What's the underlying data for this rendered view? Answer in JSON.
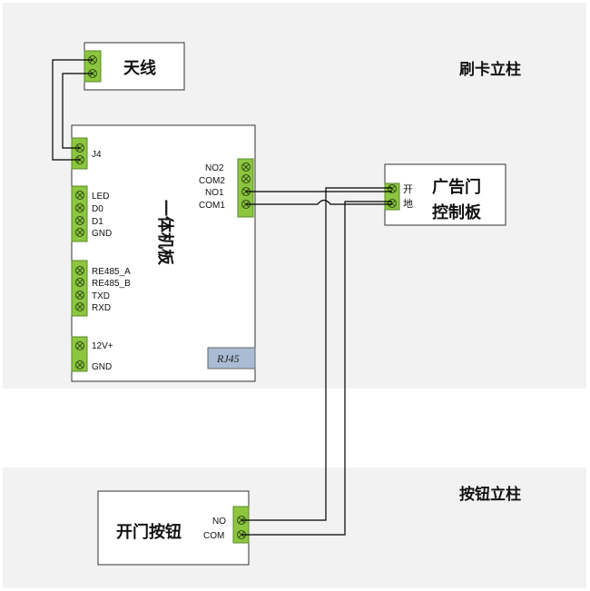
{
  "zones": {
    "card_pillar": "刷卡立柱",
    "button_pillar": "按钮立柱"
  },
  "antenna": {
    "label": "天线"
  },
  "main_board": {
    "title": "一体机板",
    "j4_label": "J4",
    "left_terminal_labels": [
      "LED",
      "D0",
      "D1",
      "GND",
      "RE485_A",
      "RE485_B",
      "TXD",
      "RXD",
      "12V+",
      "GND"
    ],
    "relay_labels": [
      "NO2",
      "COM2",
      "NO1",
      "COM1"
    ],
    "rj45_label": "RJ45"
  },
  "ad_board": {
    "title_line1": "广告门",
    "title_line2": "控制板",
    "pin_labels": [
      "开",
      "地"
    ]
  },
  "button": {
    "label": "开门按钮",
    "pin_labels": [
      "NO",
      "COM"
    ]
  },
  "colors": {
    "zone_bg": "#f2f2f2",
    "terminal_green": "#8cc63f",
    "terminal_border": "#5a8a2a",
    "rj45_fill": "#a9bcd4",
    "wire": "#000000"
  }
}
